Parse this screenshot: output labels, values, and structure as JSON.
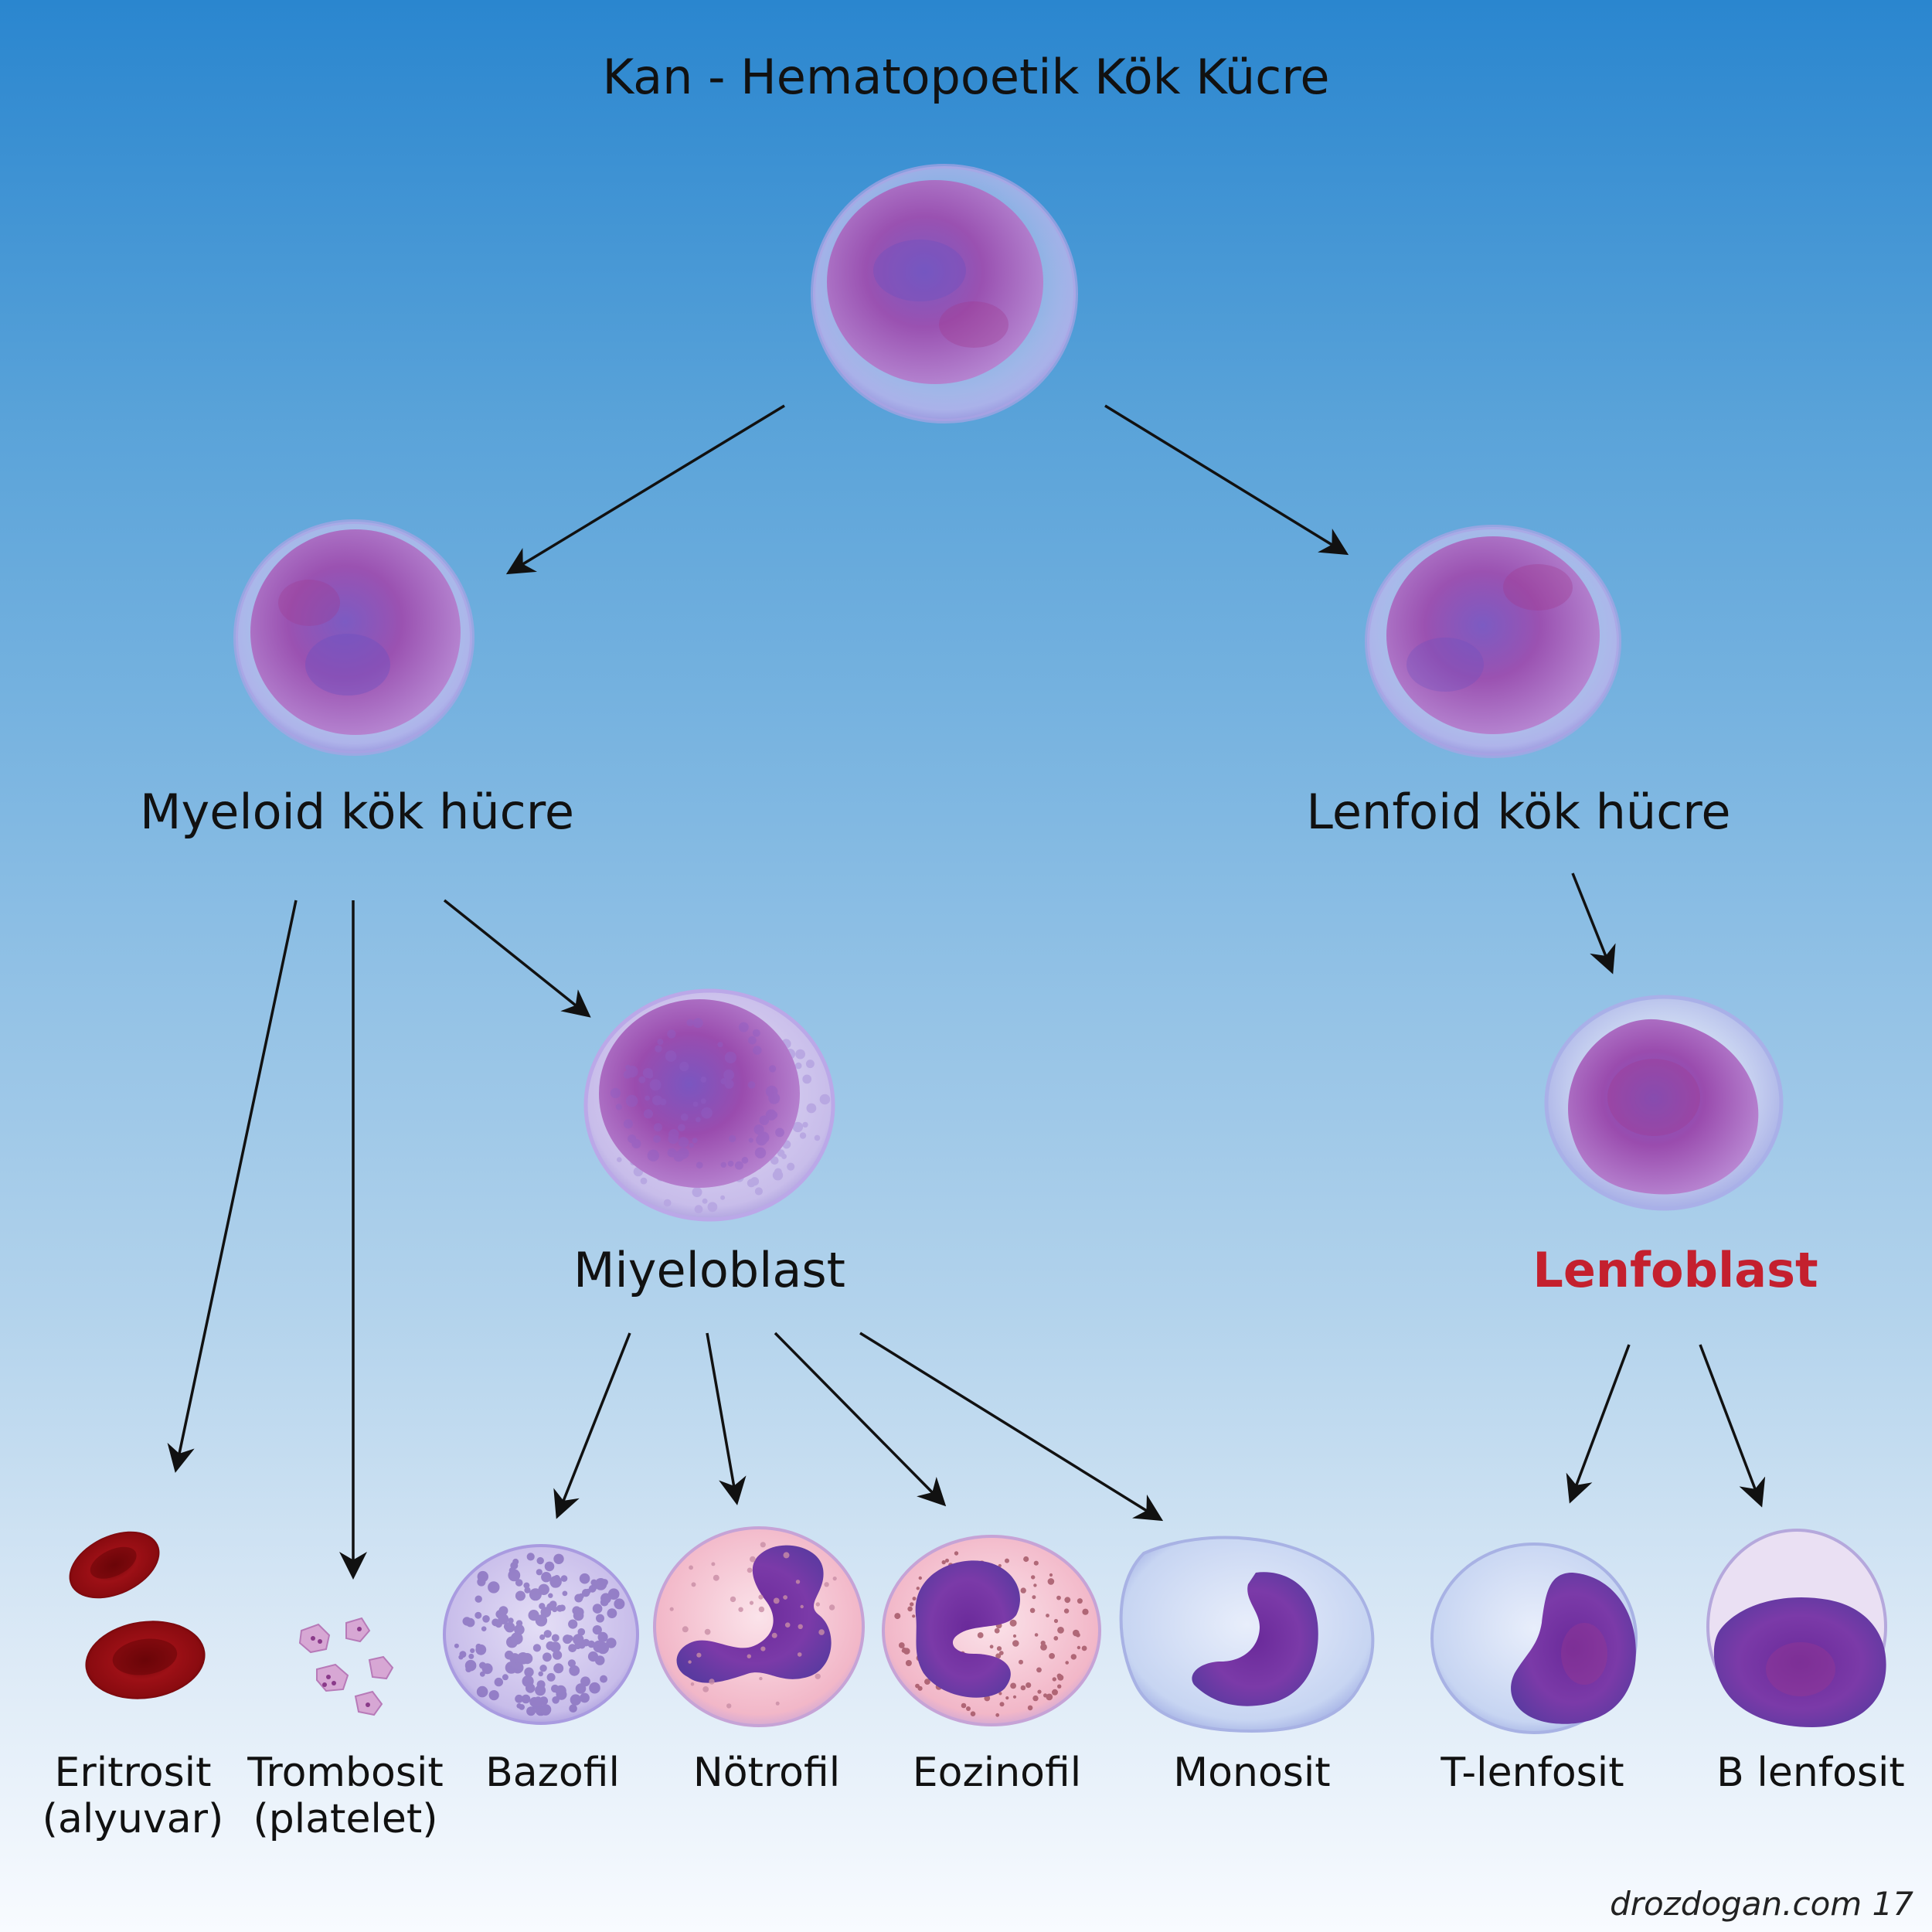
{
  "title": "Kan - Hematopoetik Kök Kücre",
  "nodes": {
    "myeloid": "Myeloid kök hücre",
    "lymphoid": "Lenfoid kök hücre",
    "myeloblast": "Miyeloblast",
    "lymphoblast": "Lenfoblast"
  },
  "cells": {
    "erythrocyte": {
      "line1": "Eritrosit",
      "line2": "(alyuvar)"
    },
    "platelet": {
      "line1": "Trombosit",
      "line2": "(platelet)"
    },
    "basophil": "Bazofil",
    "neutrophil": "Nötrofil",
    "eosinophil": "Eozinofil",
    "monocyte": "Monosit",
    "t_lymphocyte": "T-lenfosit",
    "b_lymphocyte": "B lenfosit"
  },
  "colors": {
    "highlight": "#c4202e"
  },
  "watermark": "drozdogan.com 17"
}
